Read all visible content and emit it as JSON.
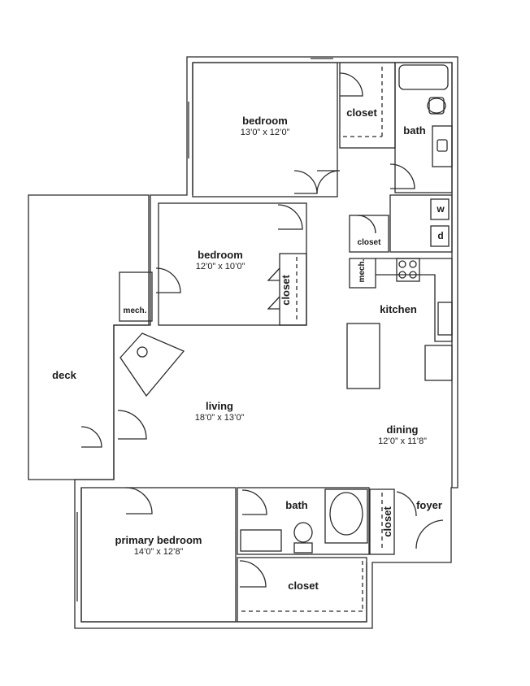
{
  "rooms": {
    "bedroom_top": {
      "name": "bedroom",
      "dim": "13’0” x 12’0”"
    },
    "closet_top": {
      "name": "closet"
    },
    "bath_top": {
      "name": "bath"
    },
    "bedroom_mid": {
      "name": "bedroom",
      "dim": "12’0” x 10’0”"
    },
    "closet_mid": {
      "name": "closet"
    },
    "closet_laundry": {
      "name": "closet"
    },
    "mech_kitchen": {
      "name": "mech."
    },
    "mech_left": {
      "name": "mech."
    },
    "kitchen": {
      "name": "kitchen"
    },
    "deck": {
      "name": "deck"
    },
    "living": {
      "name": "living",
      "dim": "18’0” x 13’0”"
    },
    "dining": {
      "name": "dining",
      "dim": "12’0” x 11’8”"
    },
    "foyer": {
      "name": "foyer"
    },
    "closet_foyer": {
      "name": "closet"
    },
    "bath_primary": {
      "name": "bath"
    },
    "primary_bedroom": {
      "name": "primary bedroom",
      "dim": "14’0” x 12’8”"
    },
    "closet_primary": {
      "name": "closet"
    }
  },
  "appliances": {
    "washer": "w",
    "dryer": "d"
  }
}
